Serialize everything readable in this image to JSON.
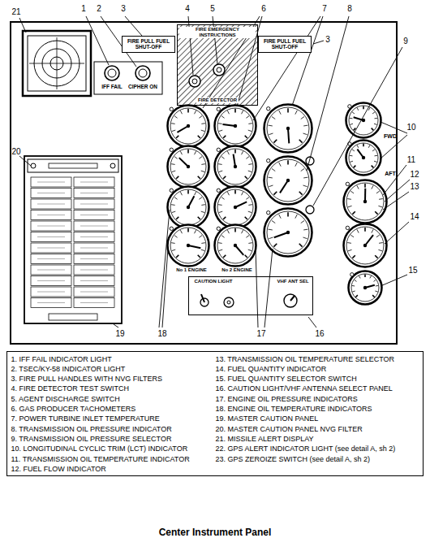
{
  "diagram": {
    "caption": "Center Instrument Panel",
    "nodes": [
      {
        "text": [
          "IFF FAIL",
          "CIPHER ON",
          "No 1 ENGINE",
          "No 2 ENGINE"
        ]
      },
      {
        "text": [
          "FIRE PULL FUEL SHUT-OFF"
        ],
        "in": 0
      },
      {
        "text": [
          "FIRE EMERGENCY INSTRUCTIONS",
          "FIRE DETECTOR"
        ],
        "in": 0
      },
      {
        "text": [
          "FIRE PULL FUEL SHUT-OFF"
        ],
        "in": 0
      },
      {
        "text": [
          "CAUTION LIGHT",
          "VHF ANT SEL"
        ],
        "in": 0
      },
      {
        "text": [
          "1. IFF FAIL INDICATOR LIGHT",
          "2. TSEC/KY-58 INDICATOR LIGHT",
          "3. FIRE PULL HANDLES WITH NVG FILTERS",
          "4. FIRE DETECTOR TEST SWITCH",
          "5. AGENT DISCHARGE SWITCH",
          "6. GAS PRODUCER TACHOMETERS",
          "7. POWER TURBINE INLET TEMPERATURE",
          "8. TRANSMISSION OIL PRESSURE INDICATOR",
          "9. TRANSMISSION OIL PRESSURE SELECTOR",
          "10. LONGITUDINAL CYCLIC TRIM (LCT) INDICATOR",
          "11. TRANSMISSION OIL TEMPERATURE INDICATOR",
          "12. FUEL FLOW INDICATOR",
          "13. TRANSMISSION OIL TEMPERATURE SELECTOR",
          "14. FUEL QUANTITY INDICATOR",
          "15. FUEL QUANTITY SELECTOR SWITCH",
          "16. CAUTION LIGHT/VHF ANTENNA SELECT PANEL",
          "17. ENGINE OIL PRESSURE INDICATORS",
          "18. ENGINE OIL TEMPERATURE INDICATORS",
          "19. MASTER CAUTION PANEL",
          "20. MASTER CAUTION PANEL NVG FILTER",
          "21. MISSILE ALERT DISPLAY",
          "22. GPS ALERT INDICATOR LIGHT (see detail A, sh 2)",
          "23. GPS ZEROIZE SWITCH (see detail A, sh 2)"
        ]
      }
    ],
    "labels": [
      "1",
      "2",
      "3",
      "4",
      "5",
      "6",
      "3",
      "7",
      "8",
      "9",
      "10",
      "11",
      "12",
      "13",
      "14",
      "15",
      "16",
      "17",
      "18",
      "19",
      "20",
      "21",
      "FWD",
      "AFT"
    ]
  }
}
